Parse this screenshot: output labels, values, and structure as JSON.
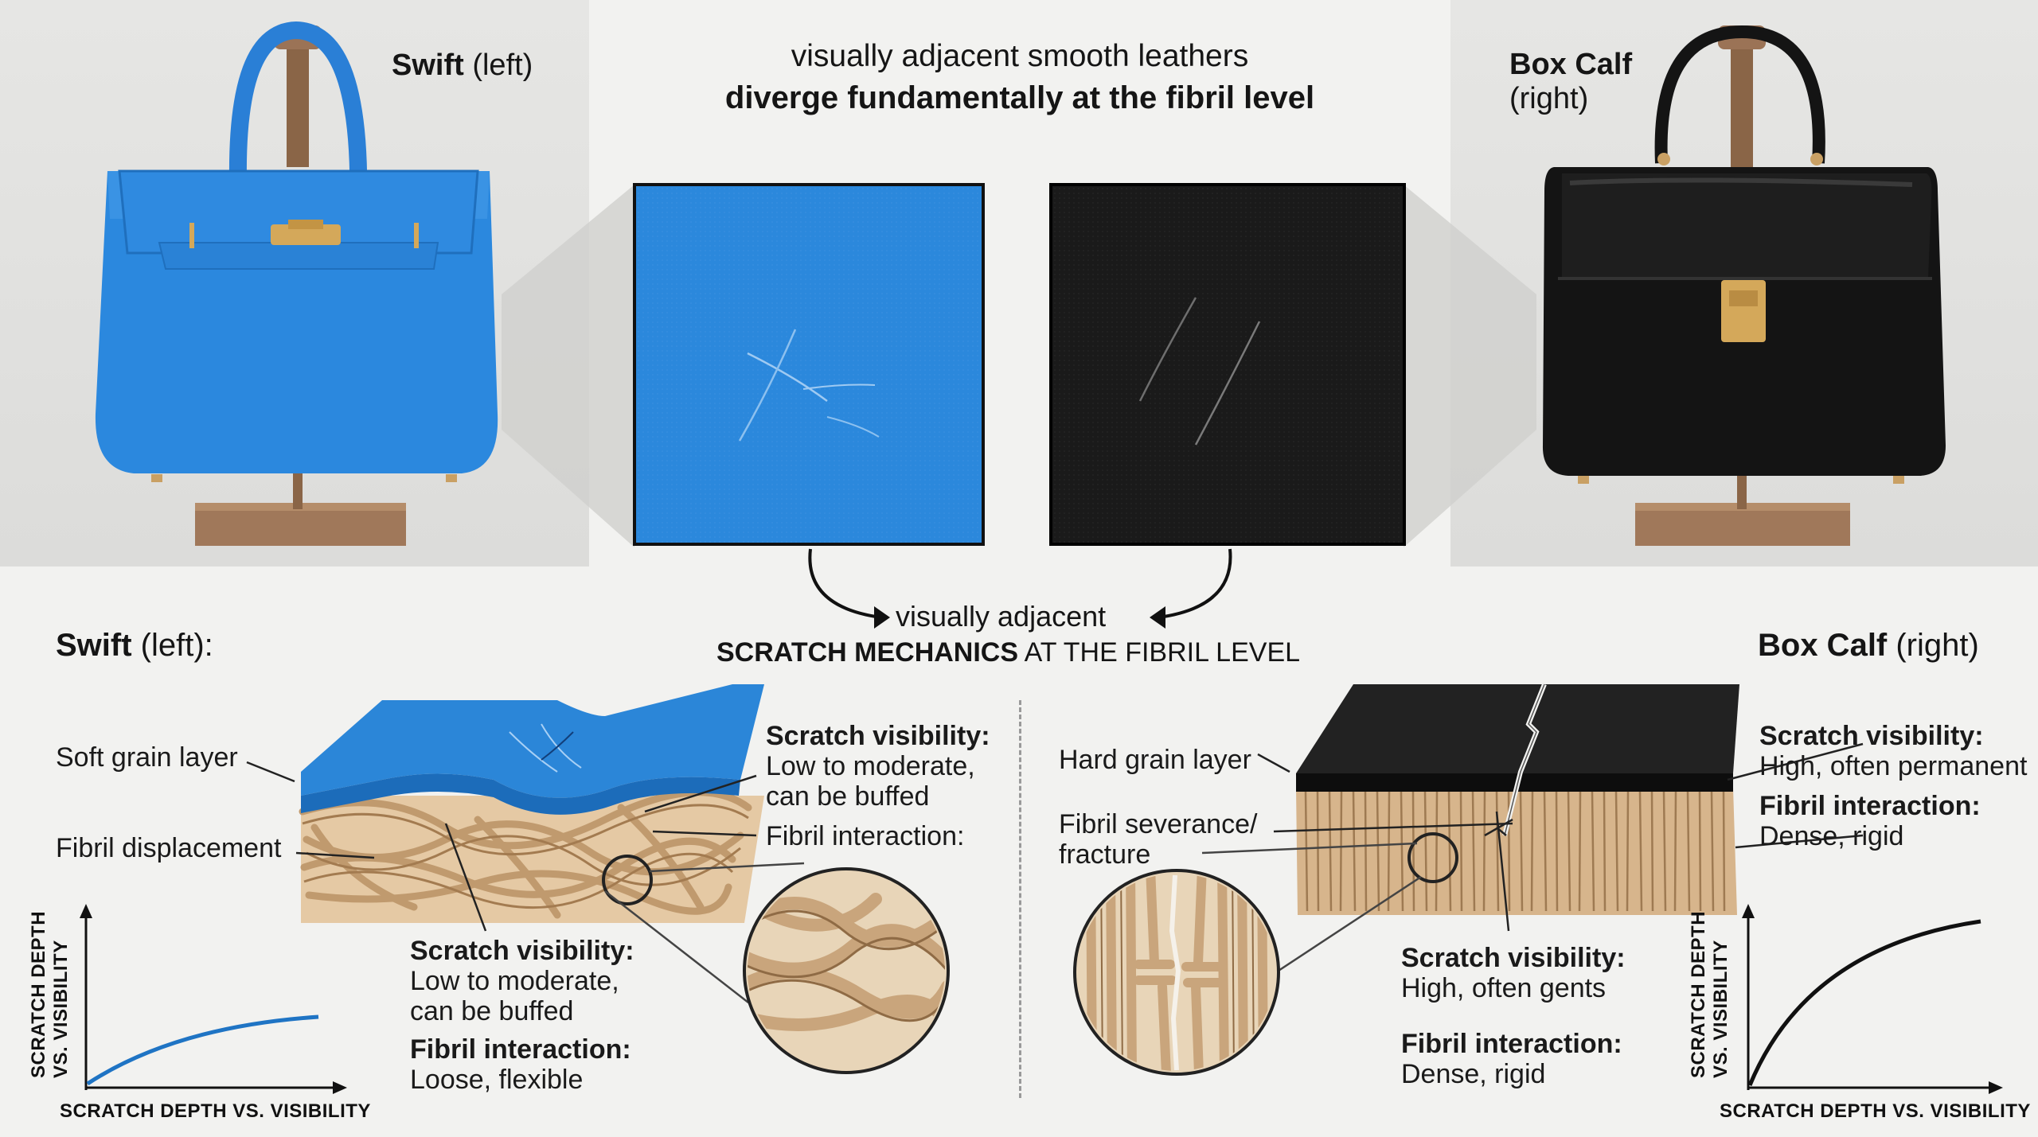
{
  "top": {
    "left_bag_label_bold": "Swift",
    "left_bag_label_rest": " (left)",
    "right_bag_label_bold": "Box Calf",
    "right_bag_label_rest": "(right)",
    "headline_line1": "visually adjacent smooth leathers",
    "headline_line2": "diverge fundamentally at the fibril level"
  },
  "connector": {
    "line1": "visually adjacent",
    "line2_bold": "SCRATCH MECHANICS",
    "line2_rest": " AT THE FIBRIL LEVEL"
  },
  "swift": {
    "heading_bold": "Swift",
    "heading_rest": " (left):",
    "label_grain": "Soft grain layer",
    "label_fibril": "Fibril displacement",
    "callout1_title": "Scratch visibility:",
    "callout1_l1": "Low to moderate,",
    "callout1_l2": "can be buffed",
    "callout1_fibril": "Fibril interaction:",
    "callout2_title": "Scratch visibility:",
    "callout2_l1": "Low to moderate,",
    "callout2_l2": "can be buffed",
    "callout2_fibril_title": "Fibril interaction:",
    "callout2_fibril_val": "Loose, flexible",
    "y_axis_l1": "SCRATCH DEPTH",
    "y_axis_l2": "VS. VISIBILITY",
    "x_axis": "SCRATCH DEPTH VS. VISIBILITY",
    "color": "#2d86d8"
  },
  "boxcalf": {
    "heading_bold": "Box Calf",
    "heading_rest": " (right)",
    "label_grain": "Hard grain layer",
    "label_fracture_l1": "Fibril severance/",
    "label_fracture_l2": "fracture",
    "callout1_title": "Scratch visibility:",
    "callout1_val": "High, often permanent",
    "callout1_fibril_title": "Fibril interaction:",
    "callout1_fibril_val": "Dense, rigid",
    "callout2_title": "Scratch visibility:",
    "callout2_val": "High, often gents",
    "callout2_fibril_title": "Fibril interaction:",
    "callout2_fibril_val": "Dense, rigid",
    "y_axis_l1": "SCRATCH DEPTH",
    "y_axis_l2": "VS. VISIBILITY",
    "x_axis": "SCRATCH DEPTH VS. VISIBILITY",
    "color": "#111111"
  },
  "colors": {
    "swift_blue": "#2a86de",
    "box_black": "#141414",
    "fibril_tan": "#c9a57c",
    "stand_bronze": "#9a7a5a"
  }
}
